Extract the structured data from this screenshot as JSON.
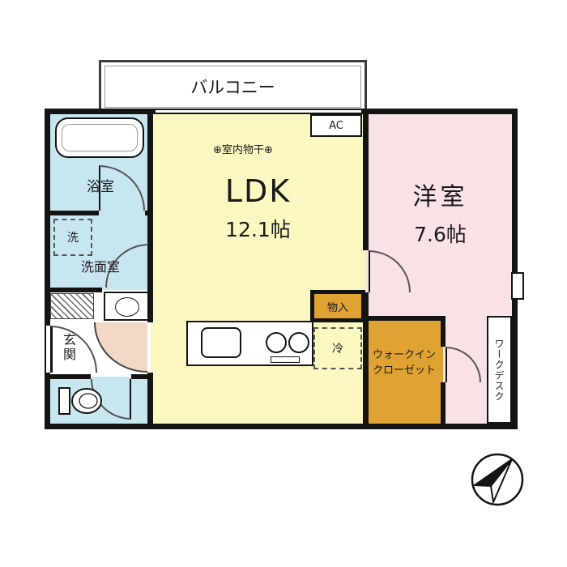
{
  "plan": {
    "balcony": {
      "label": "バルコニー"
    },
    "ldk": {
      "label": "LDK",
      "size": "12.1帖",
      "drying": "⊕室内物干⊕",
      "ac": "AC",
      "storage": "物入",
      "fridge": "冷"
    },
    "bedroom": {
      "label": "洋室",
      "size": "7.6帖",
      "desk": "ワークデスク"
    },
    "wic": {
      "line1": "ウォークイン",
      "line2": "クローゼット"
    },
    "bathroom": {
      "label": "浴室"
    },
    "washroom": {
      "label": "洗面室",
      "washer": "洗"
    },
    "entrance": {
      "label": "玄関"
    }
  },
  "colors": {
    "ldk_fill": "#FAF7C0",
    "bedroom_fill": "#F9E2E6",
    "wet_area_fill": "#C8E6F0",
    "closet_fill": "#DFA233",
    "entrance_step_fill": "#F3D9C5",
    "wall": "#141414"
  },
  "icons": {
    "compass": "north-arrow-icon",
    "laundry_hook": "⊕"
  }
}
